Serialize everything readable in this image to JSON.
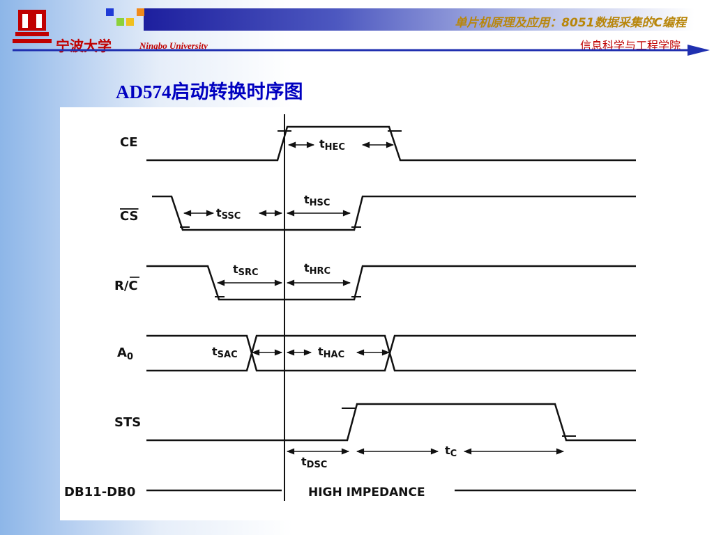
{
  "header": {
    "course_title": "单片机原理及应用：8051数据采集的C编程",
    "university_cn": "宁波大学",
    "university_en": "Ningbo University",
    "department": "信息科学与工程学院"
  },
  "slide": {
    "title": "AD574启动转换时序图"
  },
  "diagram": {
    "signals": {
      "ce": "CE",
      "cs": "CS",
      "rc": "R/C",
      "a0_main": "A",
      "a0_sub": "0",
      "sts": "STS",
      "db": "DB11-DB0"
    },
    "timings": {
      "thec": {
        "t": "t",
        "sub": "HEC"
      },
      "tssc": {
        "t": "t",
        "sub": "SSC"
      },
      "thsc": {
        "t": "t",
        "sub": "HSC"
      },
      "tsrc": {
        "t": "t",
        "sub": "SRC"
      },
      "thrc": {
        "t": "t",
        "sub": "HRC"
      },
      "tsac": {
        "t": "t",
        "sub": "SAC"
      },
      "thac": {
        "t": "t",
        "sub": "HAC"
      },
      "tdsc": {
        "t": "t",
        "sub": "DSC"
      },
      "tc": {
        "t": "t",
        "sub": "C"
      }
    },
    "high_impedance": "HIGH IMPEDANCE"
  },
  "colors": {
    "accent_blue": "#0000c0",
    "brand_red": "#c00000",
    "title_gold": "#b8860b"
  }
}
